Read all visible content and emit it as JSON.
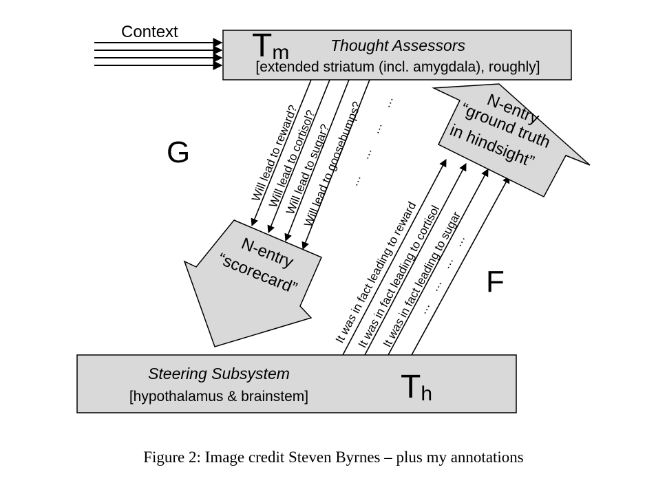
{
  "diagram": {
    "context_label": "Context",
    "thought_assessors": {
      "symbol_main": "T",
      "symbol_sub": "m",
      "title": "Thought Assessors",
      "subtitle": "[extended  striatum (incl. amygdala), roughly]"
    },
    "steering_subsystem": {
      "symbol_main": "T",
      "symbol_sub": "h",
      "title": "Steering Subsystem",
      "subtitle": "[hypothalamus & brainstem]"
    },
    "label_G": "G",
    "label_F": "F",
    "scorecard_arrow": {
      "line1": "N-entry",
      "line2": "“scorecard”"
    },
    "ground_truth_arrow": {
      "line1": "N-entry",
      "line2": "“ground truth",
      "line3": "in hindsight”"
    },
    "down_lines": [
      "Will lead to reward?",
      "Will lead to cortisol?",
      "Will lead to sugar?",
      "Will lead to goosebumps?"
    ],
    "down_ellipses": [
      "…",
      "…",
      "…",
      "…"
    ],
    "up_lines": [
      {
        "prefix": "It ",
        "emph": "was",
        "suffix": " in fact leading to reward"
      },
      {
        "prefix": "It ",
        "emph": "was",
        "suffix": " in fact leading to cortisol"
      },
      {
        "prefix": "It ",
        "emph": "was",
        "suffix": " in fact leading to sugar"
      }
    ],
    "up_ellipses": [
      "…",
      "…",
      "…",
      "…"
    ],
    "colors": {
      "box_fill": "#d9d9d9",
      "stroke": "#000000"
    }
  },
  "caption": "Figure 2: Image credit Steven Byrnes – plus my annotations"
}
